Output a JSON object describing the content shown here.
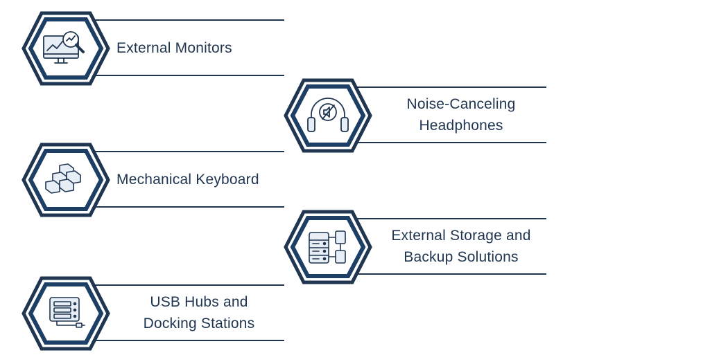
{
  "colors": {
    "navy": "#1f3550",
    "accent_blue": "#1d3f66",
    "icon_fill": "#e7eef5"
  },
  "items": [
    {
      "label": "External Monitors",
      "icon": "monitor-analytics-icon"
    },
    {
      "label": "Noise-Canceling\nHeadphones",
      "icon": "headphones-icon"
    },
    {
      "label": "Mechanical Keyboard",
      "icon": "keyboard-keys-icon"
    },
    {
      "label": "External Storage and\nBackup Solutions",
      "icon": "storage-server-icon"
    },
    {
      "label": "USB Hubs and\nDocking Stations",
      "icon": "usb-hub-icon"
    }
  ]
}
